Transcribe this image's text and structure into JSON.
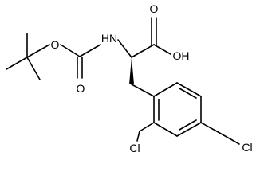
{
  "molecule": {
    "labels": {
      "oxygen_ester": "O",
      "nitrogen": "HN",
      "oxygen_carbonyl_boc": "O",
      "oxygen_carbonyl_acid": "O",
      "hydroxyl": "OH",
      "chlorine_ortho": "Cl",
      "chlorine_para": "Cl"
    }
  }
}
